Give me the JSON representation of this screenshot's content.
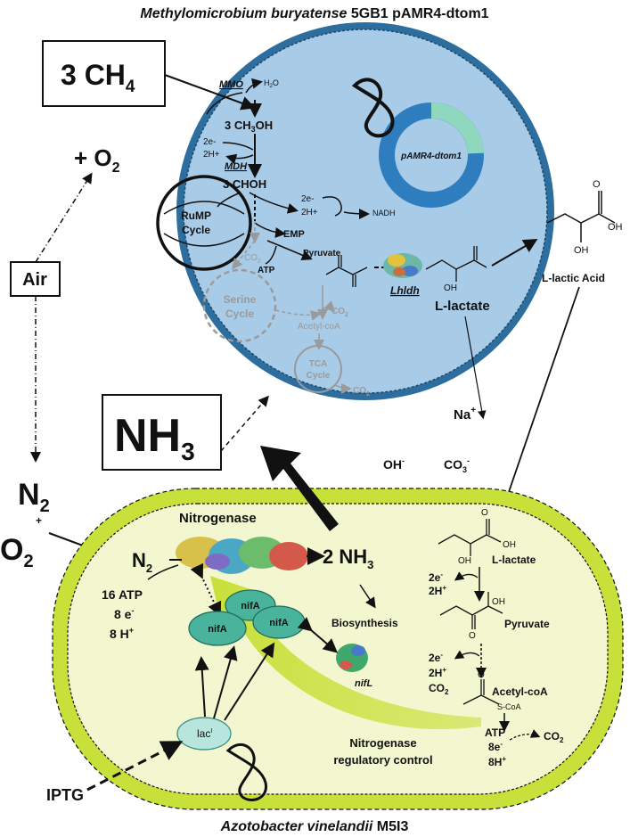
{
  "title_top": {
    "species": "Methylomicrobium buryatense",
    "strain": " 5GB1 pAMR4-dtom1"
  },
  "title_bottom": {
    "species": "Azotobacter vinelandii",
    "strain": " M5I3"
  },
  "methanotroph": {
    "ch4_box": {
      "coef": "3 CH",
      "sub": "4"
    },
    "o2_input": {
      "text": "+ O",
      "sub": "2"
    },
    "air_box": "Air",
    "mmo": "MMO",
    "h2o": {
      "text": "H",
      "sub": "2",
      "tail": "O"
    },
    "methanol": {
      "text": "3 CH",
      "sub": "3",
      "tail": "OH"
    },
    "e_left_1": "2e-",
    "h_left_1": "2H+",
    "mdh": "MDH",
    "formaldehyde": "3 CHOH",
    "e_right": "2e-",
    "h_right": "2H+",
    "nadh": "NADH",
    "rump": [
      "RuMP",
      "Cycle"
    ],
    "emp": "EMP",
    "pyruvate": "Pyruvate",
    "atp": "ATP",
    "co2_grey": {
      "text": "CO",
      "sub": "2"
    },
    "serine": [
      "Serine",
      "Cycle"
    ],
    "co2_acetyl": {
      "text": "CO",
      "sub": "2"
    },
    "acetyl": "Acetyl-coA",
    "tca": [
      "TCA",
      "Cycle"
    ],
    "co2_tca": {
      "text": "CO",
      "sub": "2"
    },
    "plasmid": "pAMR4-dtom1",
    "lhldh": "Lhldh",
    "lactate": "L-lactate",
    "oh_label": "OH",
    "na": {
      "text": "Na",
      "sup": "+"
    }
  },
  "lactic_acid": {
    "label": "L-lactic Acid",
    "oh": "OH",
    "oh2": "OH",
    "o": "O"
  },
  "medium": {
    "nh3_box": {
      "text": "NH",
      "sub": "3"
    },
    "oh": {
      "text": "OH",
      "sup": "-"
    },
    "co3": {
      "text": "CO",
      "sub": "3",
      "sup": "-"
    },
    "n2": {
      "text": "N",
      "sub": "2"
    },
    "plus": "+",
    "o2": {
      "text": "O",
      "sub": "2"
    },
    "iptg": "IPTG"
  },
  "azotobacter": {
    "nitrogenase": "Nitrogenase",
    "n2_in": {
      "text": "N",
      "sub": "2"
    },
    "nh3_out": {
      "text": "2 NH",
      "sub": "3"
    },
    "atp16": "16 ATP",
    "e8": "8 e",
    "e8_sup": "-",
    "h8": "8 H",
    "h8_sup": "+",
    "nifA": [
      "nifA",
      "nifA",
      "nifA"
    ],
    "nifL": "nifL",
    "lacI": {
      "text": "lac",
      "sup": "I"
    },
    "biosynthesis": "Biosynthesis",
    "regulatory": [
      "Nitrogenase",
      "regulatory control"
    ],
    "lactate": "L-lactate",
    "e2": {
      "text": "2e",
      "sup": "-"
    },
    "h2": {
      "text": "2H",
      "sup": "+"
    },
    "pyruvate": "Pyruvate",
    "e2b": {
      "text": "2e",
      "sup": "-"
    },
    "h2b": {
      "text": "2H",
      "sup": "+"
    },
    "co2b": {
      "text": "CO",
      "sub": "2"
    },
    "acetyl": "Acetyl-coA",
    "scoa": "S-CoA",
    "atp": "ATP",
    "e8b": {
      "text": "8e",
      "sup": "-"
    },
    "h8b": {
      "text": "8H",
      "sup": "+"
    },
    "co2c": {
      "text": "CO",
      "sub": "2"
    },
    "oh_a": "OH",
    "oh_b": "OH",
    "oh_c": "OH",
    "o_a": "O",
    "o_b": "O",
    "o_c": "O"
  },
  "colors": {
    "cell_blue": "#a8cbe8",
    "cell_border": "#2d6e9e",
    "green_outer": "#c8e03a",
    "green_inner": "#f2f7cf",
    "nif_teal": "#49b49b"
  }
}
